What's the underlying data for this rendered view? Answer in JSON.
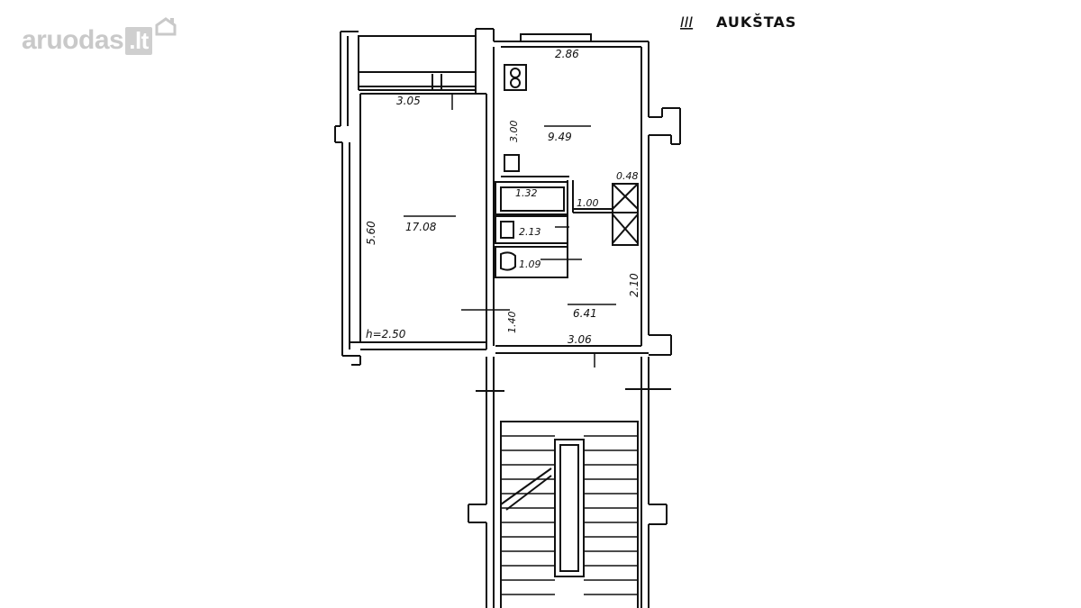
{
  "logo": {
    "main": "aruodas",
    "tld": ".lt"
  },
  "floor": {
    "numeral": "III",
    "label": "AUKŠTAS"
  },
  "rooms": [
    {
      "id": "living",
      "area": "17.08"
    },
    {
      "id": "kitchen",
      "area": "9.49"
    },
    {
      "id": "hall",
      "area": "6.41"
    },
    {
      "id": "bath",
      "area": "2.13"
    },
    {
      "id": "wc",
      "area": "1.09"
    },
    {
      "id": "pantry",
      "area": "1.32"
    },
    {
      "id": "shaft",
      "area": "0.48"
    }
  ],
  "dimensions": {
    "living_width": "3.05",
    "living_length": "5.60",
    "ceiling_height": "h=2.50",
    "kitchen_width": "2.86",
    "kitchen_length": "3.00",
    "hall_length": "2.10",
    "hall_width": "3.06",
    "door_gap": "1.40",
    "bath_door": "1.00"
  }
}
